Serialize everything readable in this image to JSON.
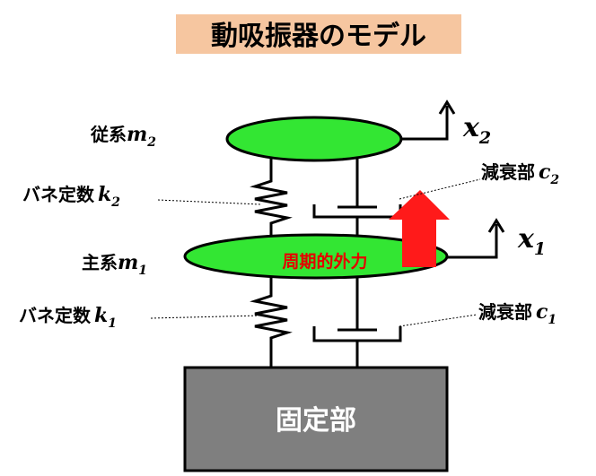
{
  "title": "動吸振器のモデル",
  "colors": {
    "title_bg": "#f6c6a0",
    "mass_fill": "#33e633",
    "force_arrow": "#ff1a1a",
    "force_text": "#e60000",
    "base_fill": "#7f7f7f",
    "base_text": "#ffffff"
  },
  "secondary_mass": {
    "label": "従系",
    "symbol": "m",
    "sub": "2"
  },
  "primary_mass": {
    "label": "主系",
    "symbol": "m",
    "sub": "1"
  },
  "spring_upper": {
    "label": "バネ定数",
    "symbol": "k",
    "sub": "2"
  },
  "spring_lower": {
    "label": "バネ定数",
    "symbol": "k",
    "sub": "1"
  },
  "damper_upper": {
    "label": "減衰部",
    "symbol": "c",
    "sub": "2"
  },
  "damper_lower": {
    "label": "減衰部",
    "symbol": "c",
    "sub": "1"
  },
  "disp_upper": {
    "symbol": "x",
    "sub": "2"
  },
  "disp_lower": {
    "symbol": "x",
    "sub": "1"
  },
  "force": {
    "label": "周期的外力"
  },
  "base": {
    "label": "固定部"
  }
}
